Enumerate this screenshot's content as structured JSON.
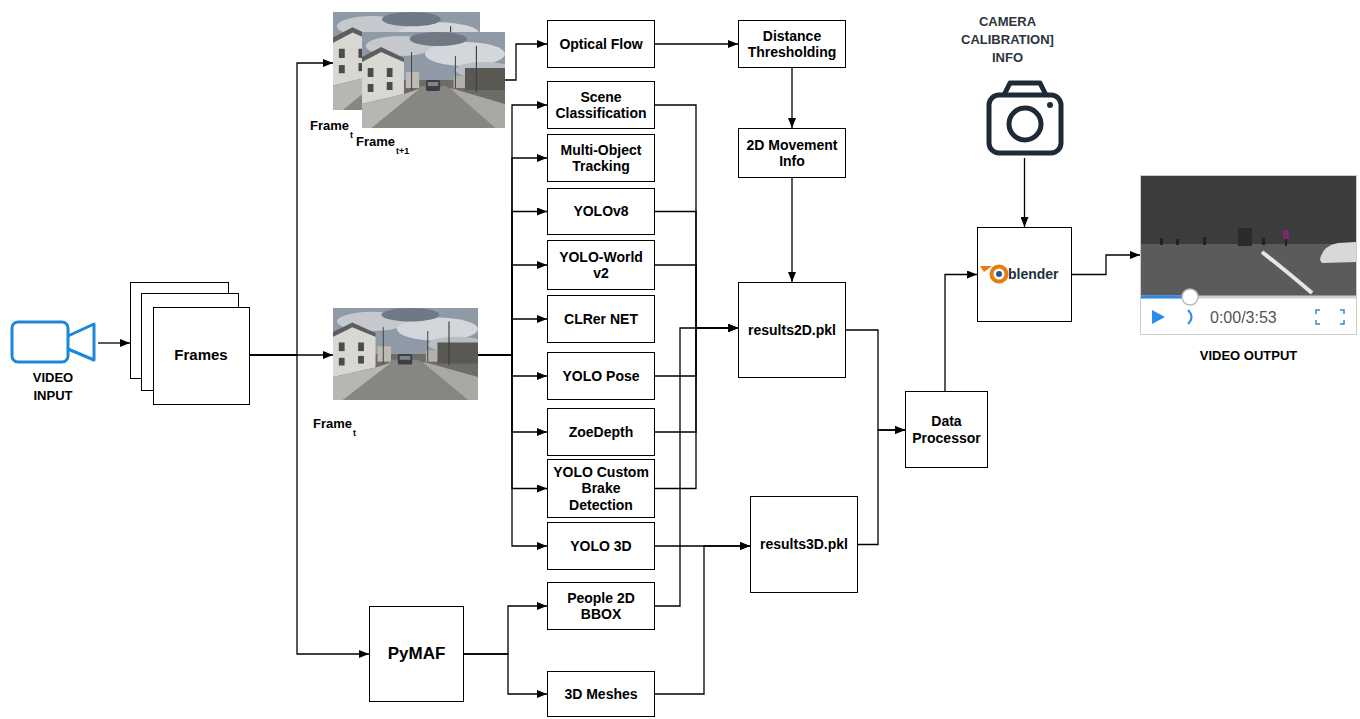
{
  "diagram": {
    "nodes": [
      {
        "text": [
          "VIDEO INPUT"
        ]
      },
      {
        "text": [
          "Frames"
        ]
      },
      {
        "text": [
          "Frame",
          "t",
          "Frame",
          "t+1"
        ]
      },
      {
        "text": [
          "Optical Flow"
        ]
      },
      {
        "text": [
          "Distance Thresholding"
        ]
      },
      {
        "text": [
          "2D Movement Info"
        ]
      },
      {
        "text": [
          "Frame",
          "t"
        ]
      },
      {
        "text": [
          "Scene Classification"
        ]
      },
      {
        "text": [
          "Multi-Object Tracking"
        ]
      },
      {
        "text": [
          "YOLOv8"
        ]
      },
      {
        "text": [
          "YOLO-World v2"
        ]
      },
      {
        "text": [
          "CLRer NET"
        ]
      },
      {
        "text": [
          "YOLO Pose"
        ]
      },
      {
        "text": [
          "ZoeDepth"
        ]
      },
      {
        "text": [
          "YOLO Custom Brake Detection"
        ]
      },
      {
        "text": [
          "YOLO 3D"
        ]
      },
      {
        "text": [
          "PyMAF"
        ]
      },
      {
        "text": [
          "People 2D BBOX"
        ]
      },
      {
        "text": [
          "3D Meshes"
        ]
      },
      {
        "text": [
          "results2D.pkl"
        ]
      },
      {
        "text": [
          "results3D.pkl"
        ]
      },
      {
        "text": [
          "Data Processor"
        ]
      },
      {
        "text": [
          "CAMERA CALIBRATION] INFO"
        ]
      },
      {
        "text": [
          "blender"
        ]
      },
      {
        "text": [
          "0:00/3:53",
          "VIDEO OUTPUT"
        ]
      }
    ],
    "edges": [
      {
        "from": 0,
        "to": 1,
        "arrow": "to"
      },
      {
        "from": 1,
        "to": 2,
        "arrow": "to"
      },
      {
        "from": 1,
        "to": 6,
        "arrow": "to"
      },
      {
        "from": 1,
        "to": 16,
        "arrow": "to"
      },
      {
        "from": 2,
        "to": 3,
        "arrow": "to"
      },
      {
        "from": 3,
        "to": 4,
        "arrow": "to"
      },
      {
        "from": 4,
        "to": 5,
        "arrow": "to"
      },
      {
        "from": 5,
        "to": 19,
        "arrow": "to"
      },
      {
        "from": 6,
        "to": 7,
        "arrow": "to"
      },
      {
        "from": 6,
        "to": 8,
        "arrow": "to"
      },
      {
        "from": 6,
        "to": 9,
        "arrow": "to"
      },
      {
        "from": 6,
        "to": 10,
        "arrow": "to"
      },
      {
        "from": 6,
        "to": 11,
        "arrow": "to"
      },
      {
        "from": 6,
        "to": 12,
        "arrow": "to"
      },
      {
        "from": 6,
        "to": 13,
        "arrow": "to"
      },
      {
        "from": 6,
        "to": 14,
        "arrow": "to"
      },
      {
        "from": 6,
        "to": 15,
        "arrow": "to"
      },
      {
        "from": 7,
        "to": 19,
        "arrow": "to"
      },
      {
        "from": 9,
        "to": 19,
        "arrow": "to"
      },
      {
        "from": 10,
        "to": 19,
        "arrow": "to"
      },
      {
        "from": 12,
        "to": 19,
        "arrow": "to"
      },
      {
        "from": 13,
        "to": 19,
        "arrow": "to"
      },
      {
        "from": 14,
        "to": 19,
        "arrow": "to"
      },
      {
        "from": 15,
        "to": 20,
        "arrow": "to"
      },
      {
        "from": 16,
        "to": 17,
        "arrow": "to"
      },
      {
        "from": 16,
        "to": 18,
        "arrow": "to"
      },
      {
        "from": 17,
        "to": 19,
        "arrow": "to"
      },
      {
        "from": 18,
        "to": 20,
        "arrow": "to"
      },
      {
        "from": 19,
        "to": 21,
        "arrow": "to"
      },
      {
        "from": 20,
        "to": 21,
        "arrow": "to"
      },
      {
        "from": 21,
        "to": 23,
        "arrow": "to"
      },
      {
        "from": 22,
        "to": 23,
        "arrow": "to"
      },
      {
        "from": 23,
        "to": 24,
        "arrow": "to"
      }
    ]
  }
}
